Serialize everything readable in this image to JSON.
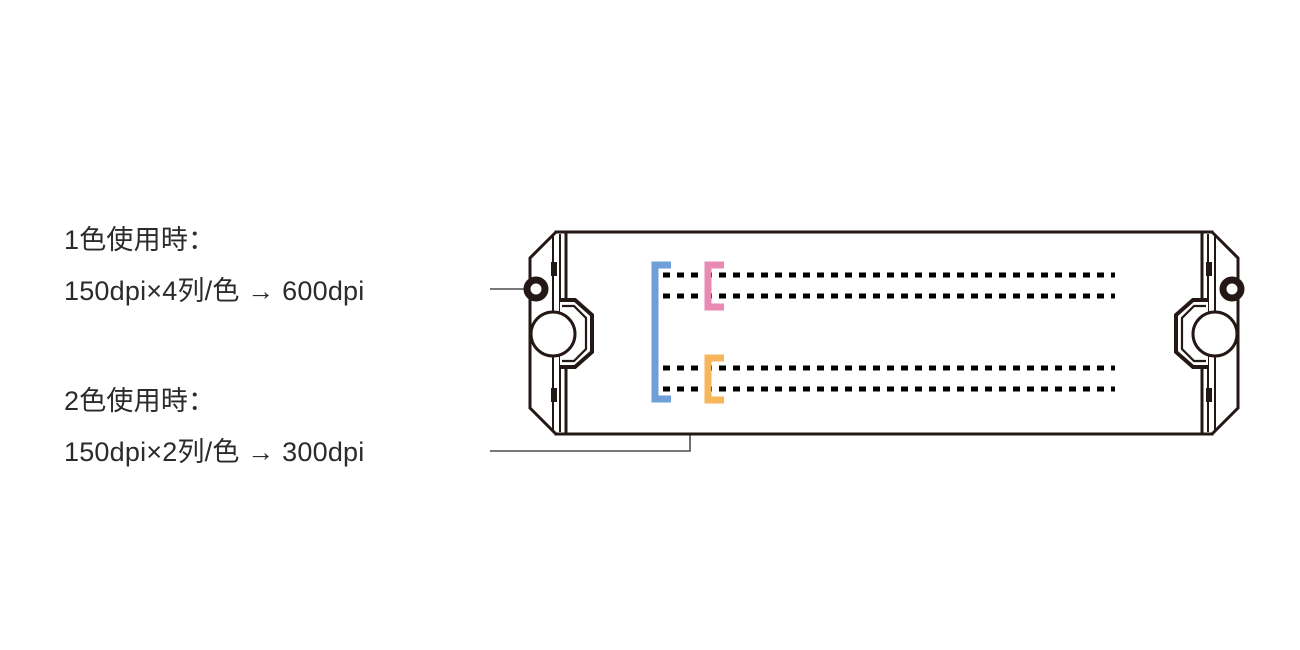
{
  "diagram": {
    "title": "inkjet-printhead-nozzle-resolution-diagram",
    "annotations": [
      {
        "id": "one-color",
        "heading": "1色使用時：",
        "detail": "150dpi×4列/色 → 600dpi",
        "bracket_color": "#6f9fd8",
        "rows": 4,
        "dpi_per_row": 150,
        "total_dpi": 600
      },
      {
        "id": "two-color",
        "heading": "2色使用時：",
        "detail": "150dpi×2列/色 → 300dpi",
        "bracket_colors": [
          "#e88ab4",
          "#f7b65c"
        ],
        "rows": 2,
        "dpi_per_row": 150,
        "total_dpi": 300
      }
    ],
    "brackets": [
      {
        "id": "blue-bracket",
        "name": "all-rows-bracket",
        "color": "#6f9fd8"
      },
      {
        "id": "pink-bracket",
        "name": "upper-pair-bracket",
        "color": "#e88ab4"
      },
      {
        "id": "orange-bracket",
        "name": "lower-pair-bracket",
        "color": "#f7b65c"
      }
    ],
    "nozzle_rows": [
      {
        "id": "nozzle-row-1",
        "group": "upper"
      },
      {
        "id": "nozzle-row-2",
        "group": "upper"
      },
      {
        "id": "nozzle-row-3",
        "group": "lower"
      },
      {
        "id": "nozzle-row-4",
        "group": "lower"
      }
    ],
    "outline_color": "#231815",
    "leader_color": "#4d4d4d"
  }
}
